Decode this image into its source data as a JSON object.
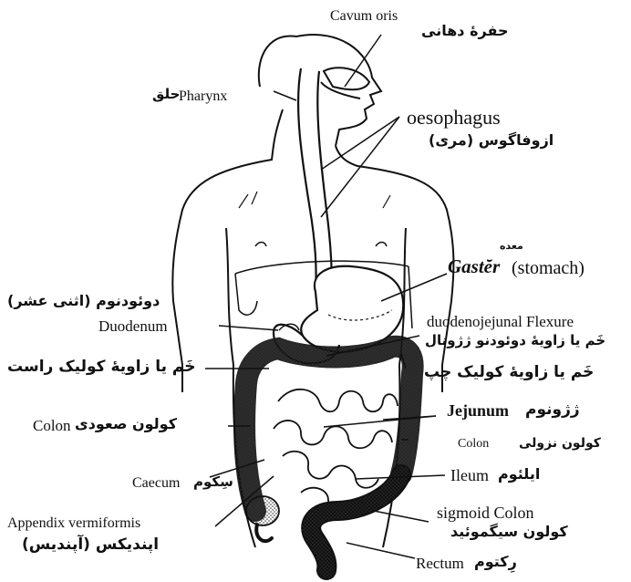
{
  "labels": {
    "cavum_oris": "Cavum oris",
    "cavum_oris_fa": "حفرۀ دهانی",
    "pharynx": "Pharynx",
    "pharynx_fa": "حلق",
    "oesophagus": "oesophagus",
    "oesophagus_fa": "ازوفاگوس (مری)",
    "gaster_fa": "معده",
    "gaster": "Gastĕr",
    "gaster_en": "(stomach)",
    "duodenum_fa": "دوئودنوم (اثنی عشر)",
    "duodenum": "Duodenum",
    "duodenojejunal": "duodenojejunal Flexure",
    "duodenojejunal_fa": "خَم یا زاویۀ دوئودنو ژژونال",
    "colic_right_fa": "خَم یا زاویۀ کولیک راست",
    "colic_left_fa": "خَم یا زاویۀ کولیک چپ",
    "jejunum": "Jejunum",
    "jejunum_fa": "ژژونوم",
    "colon_asc": "Colon",
    "colon_asc_fa": "کولون صعودی",
    "colon_desc": "Colon",
    "colon_desc_fa": "کولون نزولی",
    "caecum": "Caecum",
    "caecum_fa": "سِکوم",
    "ileum": "Ileum",
    "ileum_fa": "ایلئوم",
    "appendix": "Appendix vermiformis",
    "appendix_fa": "اپندیکس (آپندیس)",
    "sigmoid": "sigmoid Colon",
    "sigmoid_fa": "کولون سیگموئید",
    "rectum": "Rectum",
    "rectum_fa": "رِکتوم"
  },
  "colors": {
    "ink": "#111111",
    "paper": "#ffffff",
    "stipple": "#555555"
  }
}
